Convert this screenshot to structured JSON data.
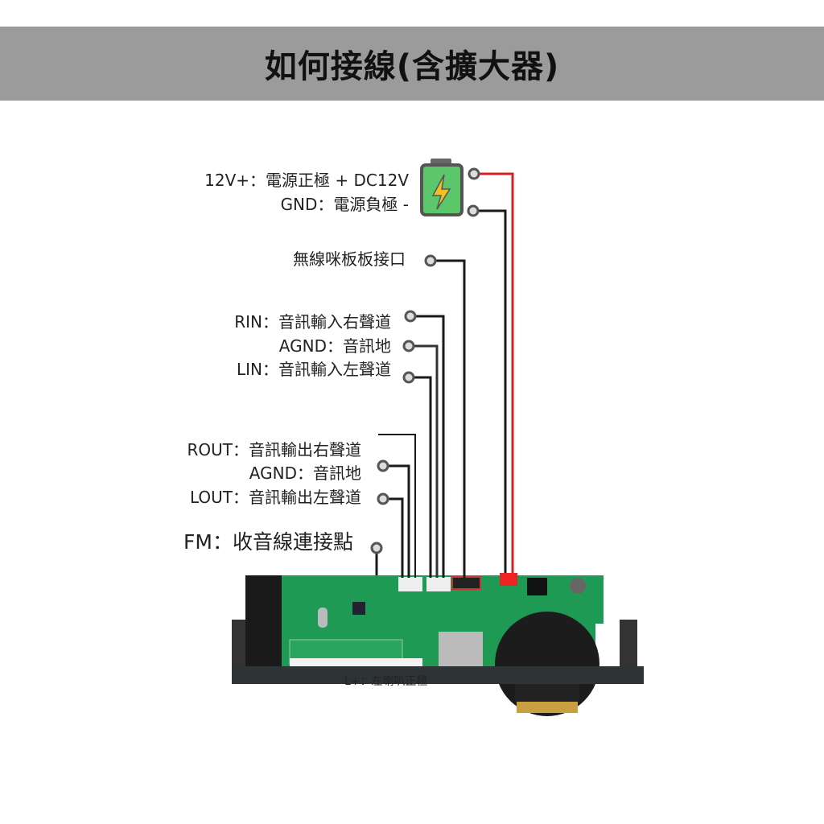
{
  "title": "如何接線(含擴大器)",
  "labels": {
    "power_pos": "12V+：電源正極 + DC12V",
    "power_neg": "GND：電源負極 -",
    "mic": "無線咪板板接口",
    "rin": "RIN：音訊輸入右聲道",
    "agnd_in": "AGND：音訊地",
    "lin": "LIN：音訊輸入左聲道",
    "rout": "ROUT：音訊輸出右聲道",
    "agnd_out": "AGND：音訊地",
    "lout": "LOUT：音訊輸出左聲道",
    "fm": "FM：收音線連接點",
    "lplus": "L+：左喇叭正極"
  },
  "colors": {
    "title_bar": "#9b9b9b",
    "positive_wire": "#d62020",
    "wire": "#1a1a1a",
    "pcb": "#1f9a55",
    "battery": "#5cc66a"
  }
}
